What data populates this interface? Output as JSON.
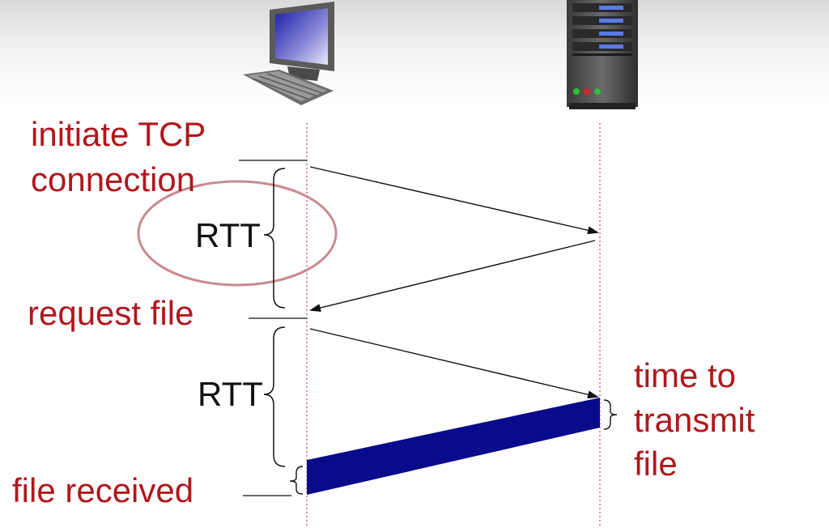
{
  "labels": {
    "initiate_line1": "initiate TCP",
    "initiate_line2": "connection",
    "rtt_1": "RTT",
    "request_file": "request file",
    "rtt_2": "RTT",
    "file_received": "file received",
    "time_to": "time to",
    "transmit": "transmit",
    "file": "file"
  },
  "colors": {
    "label_red": "#b0171c",
    "timeline_red": "#e0707a",
    "transmit_block": "#0a0a8c",
    "highlight_circle": "#c98a90"
  },
  "icons": {
    "client": "desktop-computer-icon",
    "server": "server-tower-icon"
  }
}
